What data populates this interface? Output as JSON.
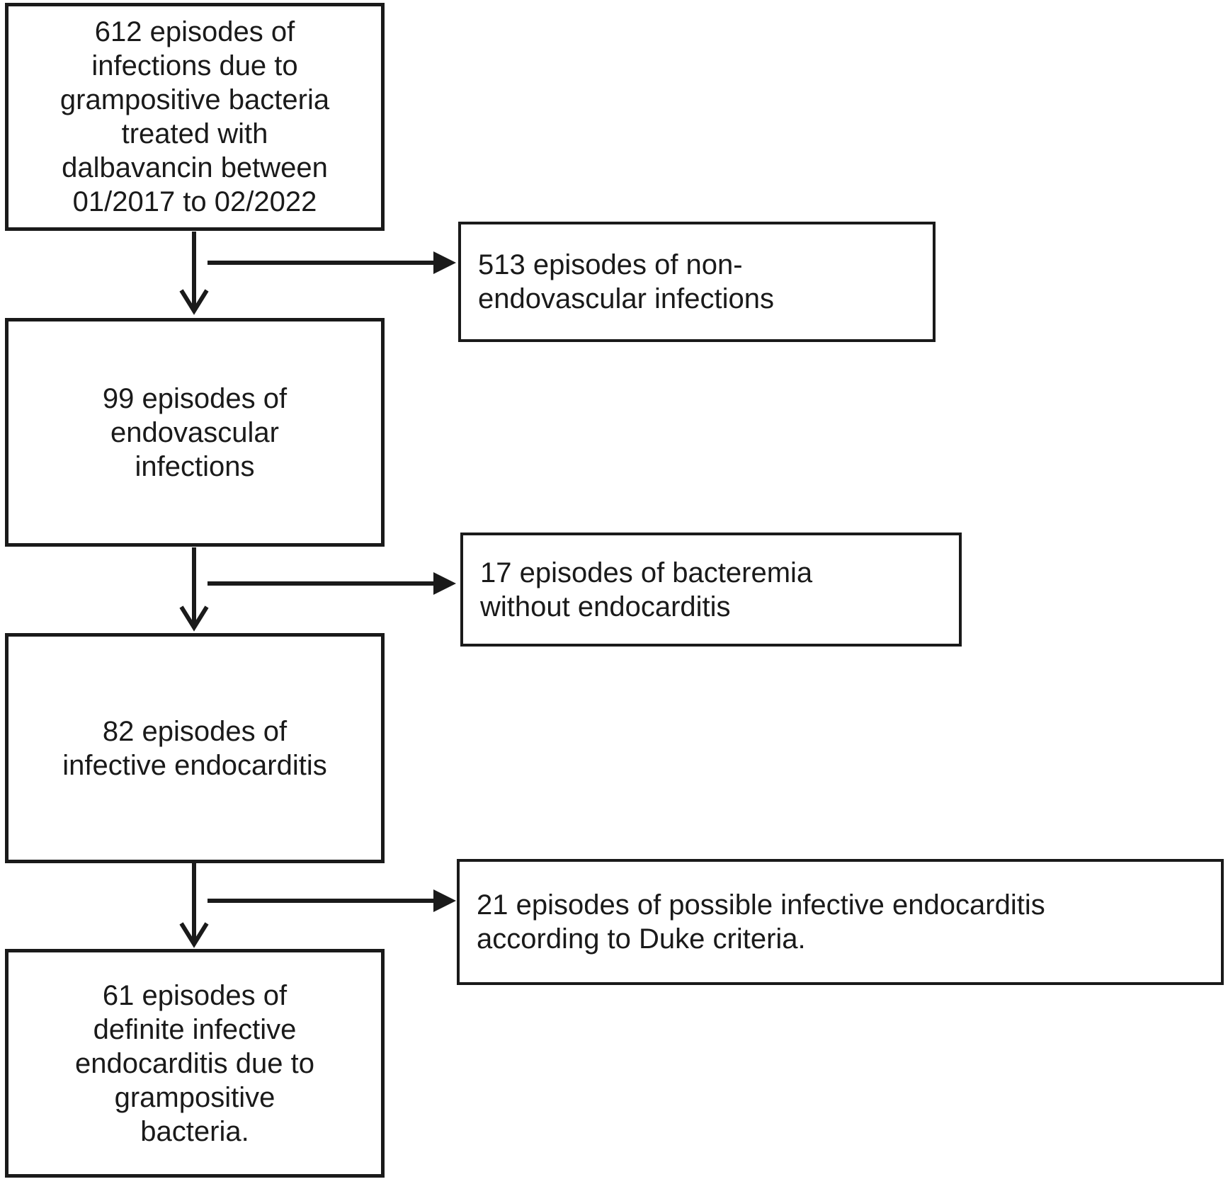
{
  "colors": {
    "ink": "#1a1a1a",
    "background": "#ffffff"
  },
  "flowchart": {
    "main_path": [
      {
        "key": "total_episodes",
        "text": "612 episodes of\ninfections due to\ngrampositive bacteria\ntreated with\ndalbavancin between\n01/2017 to 02/2022"
      },
      {
        "key": "endovascular_infections",
        "text": "99 episodes of\nendovascular\ninfections"
      },
      {
        "key": "infective_endocarditis",
        "text": "82 episodes of\ninfective endocarditis"
      },
      {
        "key": "definite_infective_endocarditis",
        "text": "61 episodes of\ndefinite infective\nendocarditis due to\ngrampositive\nbacteria."
      }
    ],
    "exclusions": [
      {
        "key": "non_endovascular_infections",
        "text": "513 episodes of non-\nendovascular infections"
      },
      {
        "key": "bacteremia_without_endocarditis",
        "text": "17 episodes of bacteremia\nwithout endocarditis"
      },
      {
        "key": "possible_infective_endocarditis",
        "text": "21 episodes of possible infective endocarditis\naccording to Duke criteria."
      }
    ]
  }
}
